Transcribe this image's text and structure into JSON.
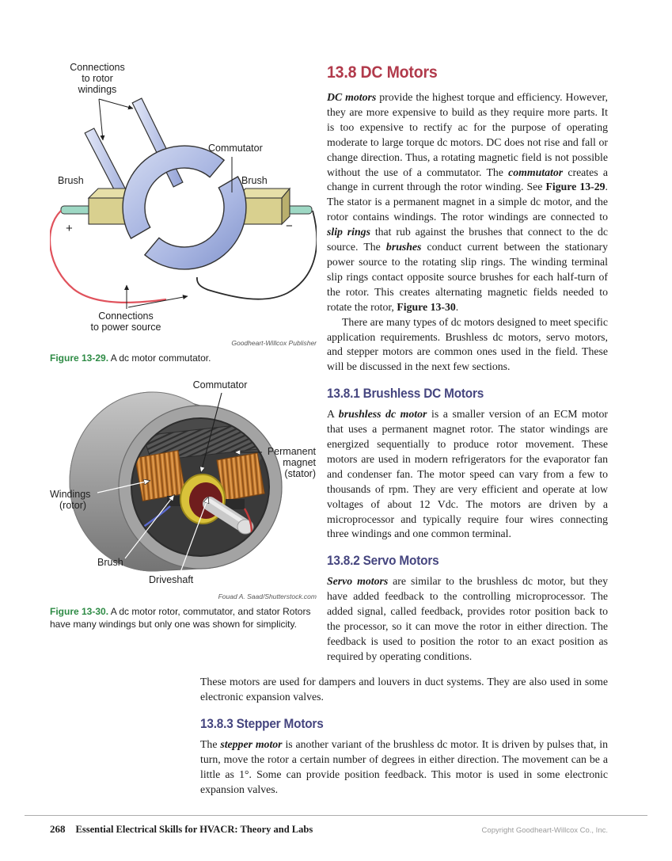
{
  "colors": {
    "section_heading": "#b13a4b",
    "subsection_heading": "#45457f",
    "figure_label_green": "#2e8b45"
  },
  "article": {
    "section_main": {
      "heading": "13.8 DC Motors",
      "para1": [
        {
          "t": "DC motors",
          "s": "bi"
        },
        {
          "t": " provide the highest torque and efficiency. However, they are more expensive to build as they require more parts. It is too expensive to rectify ac for the purpose of operating moderate to large torque dc motors. DC does not rise and fall or change direction. Thus, a rotating magnetic field is not possible without the use of a commutator. The ",
          "s": ""
        },
        {
          "t": "commutator",
          "s": "bi"
        },
        {
          "t": " creates a change in current through the rotor winding. See ",
          "s": ""
        },
        {
          "t": "Figure 13-29",
          "s": "b"
        },
        {
          "t": ". The stator is a permanent magnet in a simple dc motor, and the rotor contains windings. The rotor windings are connected to ",
          "s": ""
        },
        {
          "t": "slip rings",
          "s": "bi"
        },
        {
          "t": " that rub against the brushes that connect to the dc source. The ",
          "s": ""
        },
        {
          "t": "brushes",
          "s": "bi"
        },
        {
          "t": " conduct current between the stationary power source to the rotating slip rings. The winding terminal slip rings contact opposite source brushes for each half-turn of the rotor. This creates alternating magnetic fields needed to rotate the rotor, ",
          "s": ""
        },
        {
          "t": "Figure 13-30",
          "s": "b"
        },
        {
          "t": ".",
          "s": ""
        }
      ],
      "para2": "There are many types of dc motors designed to meet specific application requirements. Brushless dc motors, servo motors, and stepper motors are common ones used in the field. These will be discussed in the next few sections."
    },
    "section_brushless": {
      "heading": "13.8.1 Brushless DC Motors",
      "para": [
        {
          "t": "A ",
          "s": ""
        },
        {
          "t": "brushless dc motor",
          "s": "bi"
        },
        {
          "t": " is a smaller version of an ECM motor that uses a permanent magnet rotor. The stator windings are energized sequentially to produce rotor movement. These motors are used in modern refrigerators for the evaporator fan and condenser fan. The motor speed can vary from a few to thousands of rpm. They are very efficient and operate at low voltages of about 12 Vdc. The motors are driven by a microprocessor and typically require four wires connecting three windings and one common terminal.",
          "s": ""
        }
      ]
    },
    "section_servo": {
      "heading": "13.8.2 Servo Motors",
      "para": [
        {
          "t": "Servo motors",
          "s": "bi"
        },
        {
          "t": " are similar to the brushless dc motor, but they have added feedback to the controlling microprocessor. The added signal, called feedback, provides rotor position back to the processor, so it can move the rotor in either direction. The feedback is used to position the rotor to an exact position as required by operating conditions.",
          "s": ""
        }
      ],
      "para_continued": "These motors are used for dampers and louvers in duct systems. They are also used in some electronic expansion valves."
    },
    "section_stepper": {
      "heading": "13.8.3 Stepper Motors",
      "para": [
        {
          "t": "The ",
          "s": ""
        },
        {
          "t": "stepper motor",
          "s": "bi"
        },
        {
          "t": " is another variant of the brushless dc motor. It is driven by pulses that, in turn, move the rotor a certain number of degrees in either direction. The movement can be a little as 1°. Some can provide position feedback. This motor is used in some electronic expansion valves.",
          "s": ""
        }
      ]
    }
  },
  "figure29": {
    "credit": "Goodheart-Willcox Publisher",
    "caption_label": "Figure 13-29.",
    "caption_text": "A dc motor commutator.",
    "labels": {
      "rotor_conn": [
        "Connections",
        "to rotor",
        "windings"
      ],
      "commutator": "Commutator",
      "brush_left": "Brush",
      "brush_right": "Brush",
      "plus": "+",
      "minus": "−",
      "power_conn": [
        "Connections",
        "to power source"
      ]
    }
  },
  "figure30": {
    "credit": "Fouad A. Saad/Shutterstock.com",
    "caption_label": "Figure 13-30.",
    "caption_text": "A dc motor rotor, commutator, and stator Rotors have many windings but only one was shown for simplicity.",
    "labels": {
      "commutator": "Commutator",
      "magnet": [
        "Permanent",
        "magnet",
        "(stator)"
      ],
      "windings": [
        "Windings",
        "(rotor)"
      ],
      "brush": "Brush",
      "driveshaft": "Driveshaft"
    }
  },
  "footer": {
    "page_number": "268",
    "book_title": "Essential Electrical Skills for HVACR: Theory and Labs",
    "copyright": "Copyright Goodheart-Willcox Co., Inc."
  }
}
